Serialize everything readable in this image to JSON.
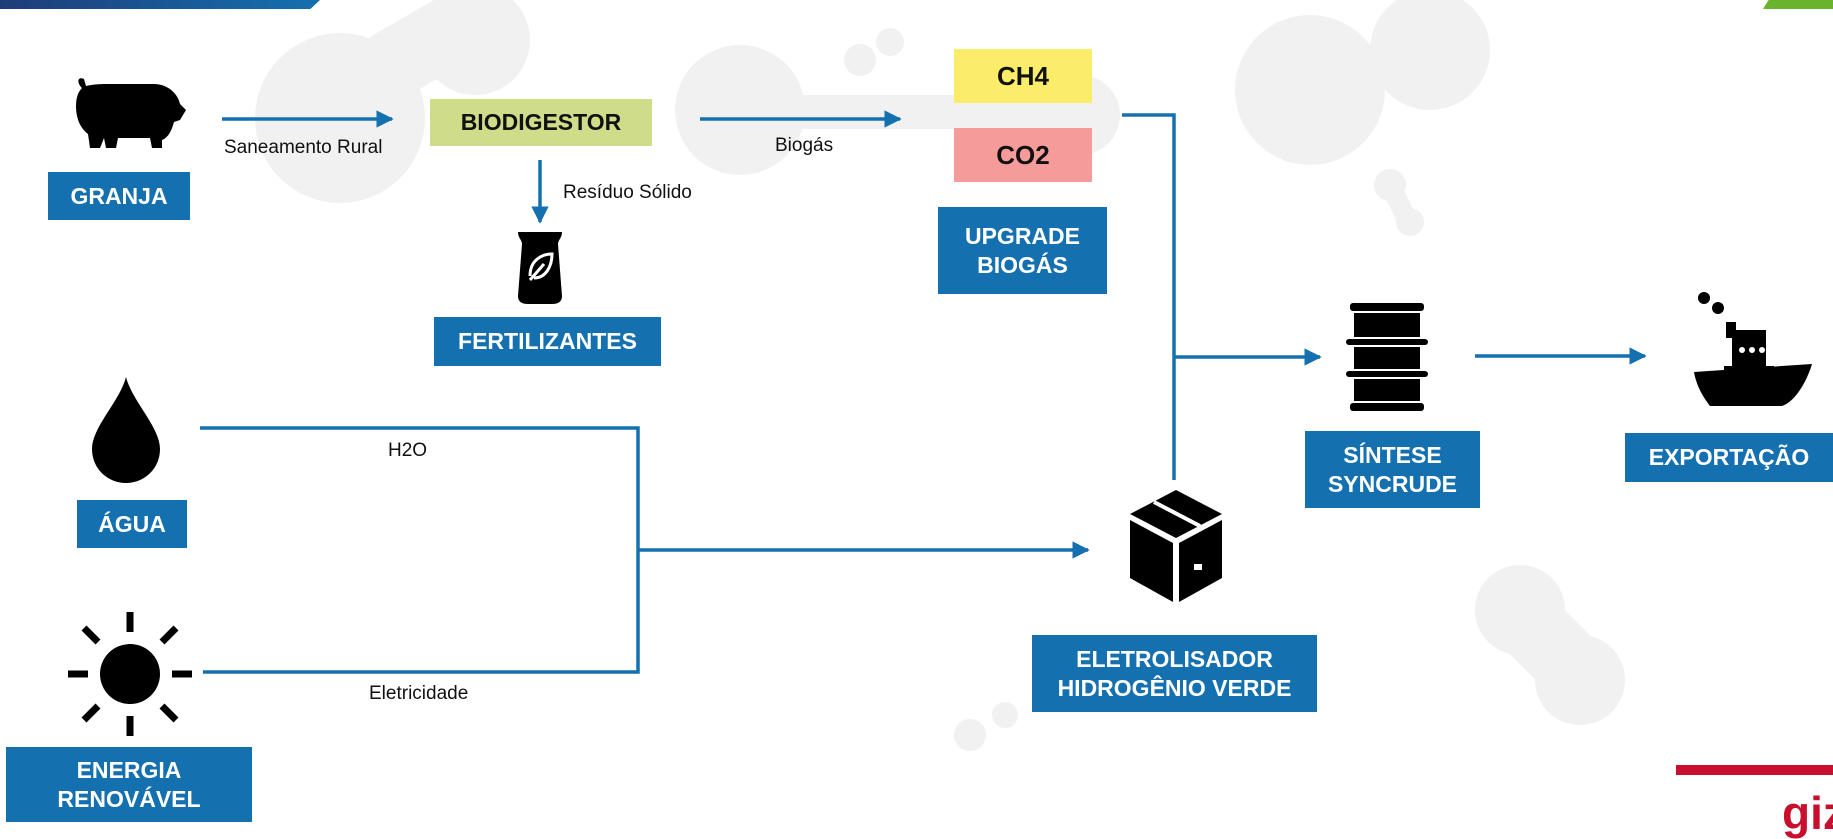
{
  "boxes": {
    "granja": "GRANJA",
    "biodigestor": "BIODIGESTOR",
    "fertilizantes": "FERTILIZANTES",
    "ch4": "CH4",
    "co2": "CO2",
    "upgrade": "UPGRADE\nBIOGÁS",
    "agua": "ÁGUA",
    "energia": "ENERGIA\nRENOVÁVEL",
    "eletrolisador": "ELETROLISADOR\nHIDROGÊNIO VERDE",
    "sintese": "SÍNTESE\nSYNCRUDE",
    "exportacao": "EXPORTAÇÃO"
  },
  "labels": {
    "saneamento": "Saneamento Rural",
    "residuo": "Resíduo Sólido",
    "biogas": "Biogás",
    "h2o": "H2O",
    "eletricidade": "Eletricidade"
  },
  "logo_text": "giz",
  "icons": [
    "pig-icon",
    "fertilizer-bag-icon",
    "water-drop-icon",
    "sun-icon",
    "package-icon",
    "barrel-icon",
    "ship-icon"
  ],
  "colors": {
    "box_blue": "#1570b0",
    "arrow_blue": "#1570b0",
    "biodigestor_green": "#cfdc8a",
    "ch4_yellow": "#fbed6a",
    "co2_pink": "#f59c9a",
    "accent_red": "#c8102e",
    "accent_green": "#6ab42d",
    "bg_shapes": "#f1f1f1"
  }
}
